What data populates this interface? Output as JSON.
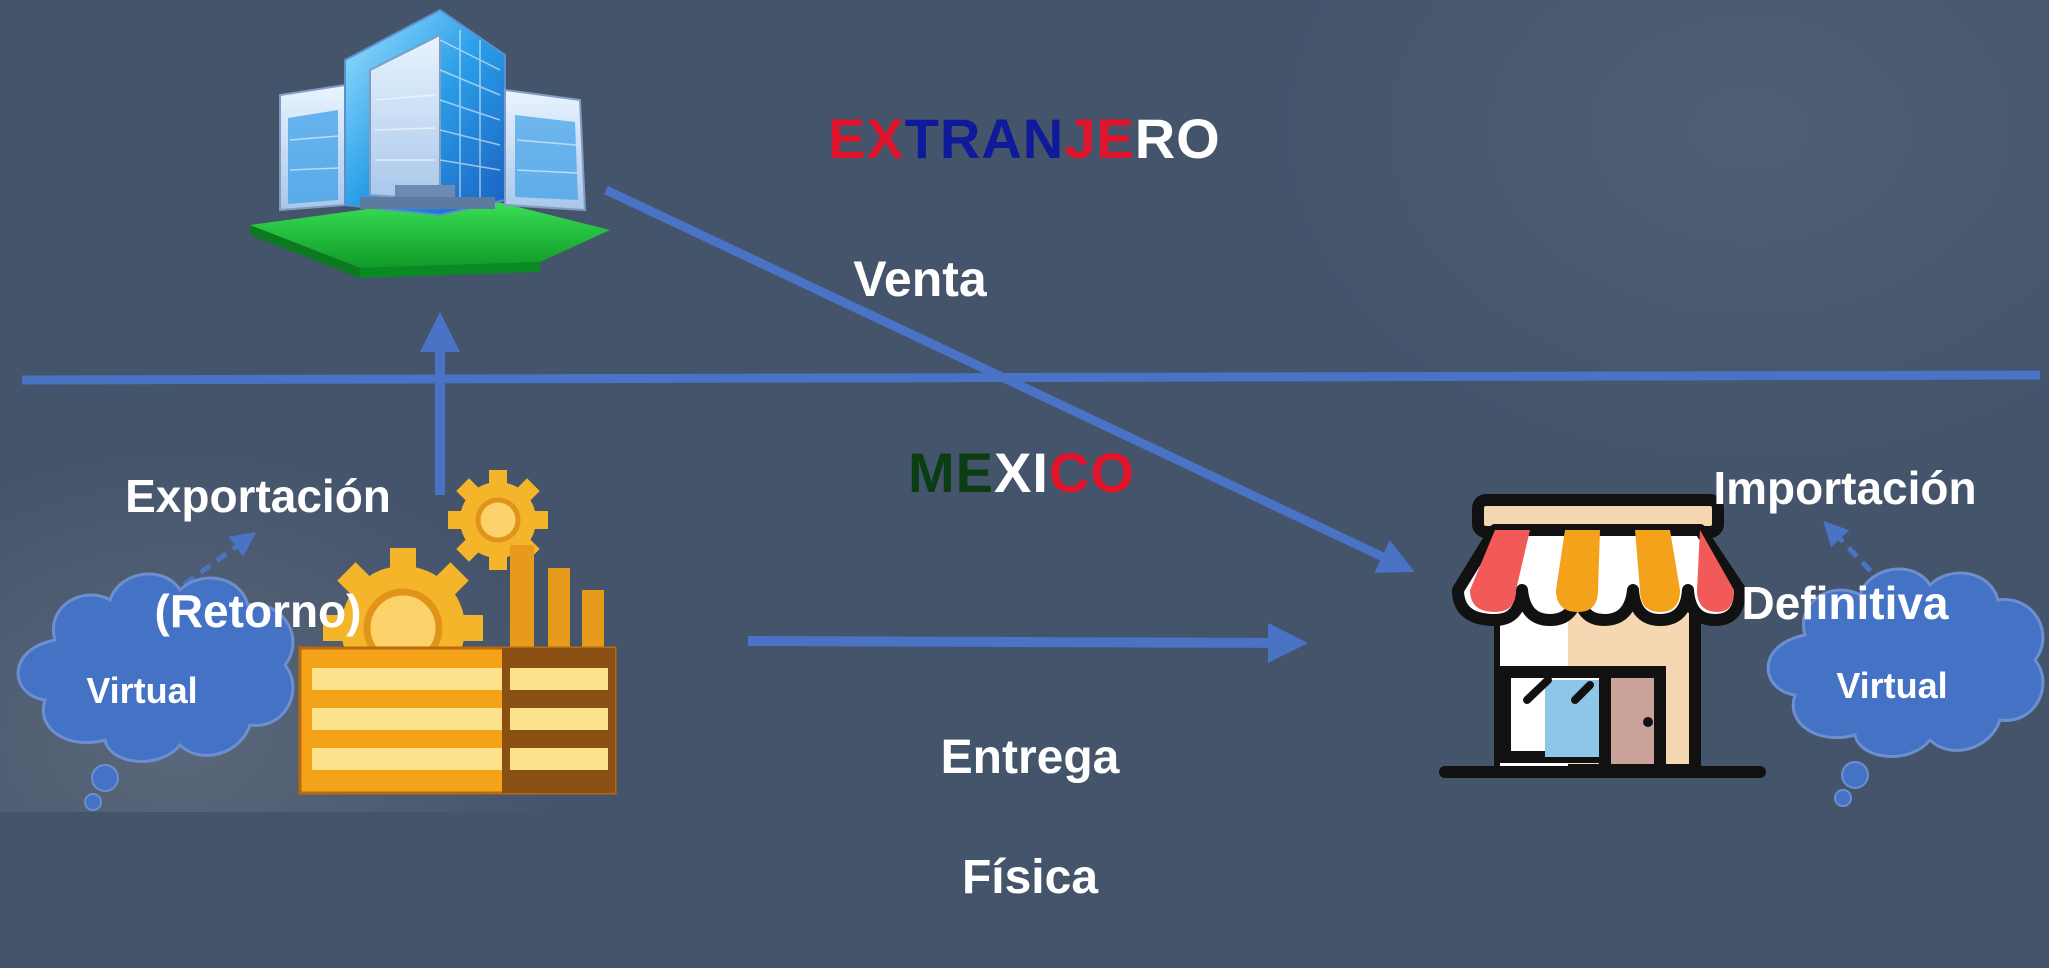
{
  "colors": {
    "background": "#44546b",
    "arrow": "#4a73c6",
    "cloud": "#4472c4",
    "flag_red": "#e0142a",
    "flag_blue": "#0f1a9a",
    "flag_green": "#0a3d12",
    "white": "#ffffff"
  },
  "regions": {
    "foreign": {
      "title_parts": [
        {
          "text": "EX",
          "color": "#e0142a"
        },
        {
          "text": "TRAN",
          "color": "#0f1a9a"
        },
        {
          "text": "JE",
          "color": "#e0142a"
        },
        {
          "text": "RO",
          "color": "#ffffff"
        }
      ]
    },
    "domestic": {
      "title_parts": [
        {
          "text": "ME",
          "color": "#0a3d12"
        },
        {
          "text": "XI",
          "color": "#ffffff"
        },
        {
          "text": "CO",
          "color": "#e0142a"
        }
      ]
    }
  },
  "labels": {
    "sale": "Venta",
    "export_return_line1": "Exportación",
    "export_return_line2": "(Retorno)",
    "definitive_import_line1": "Importación",
    "definitive_import_line2": "Definitiva",
    "physical_delivery_line1": "Entrega",
    "physical_delivery_line2": "Física",
    "virtual_left": "Virtual",
    "virtual_right": "Virtual"
  },
  "icons": {
    "foreign_company": "office-building-icon",
    "factory": "factory-icon",
    "store": "store-icon",
    "virtual_cloud": "thought-cloud-icon"
  }
}
